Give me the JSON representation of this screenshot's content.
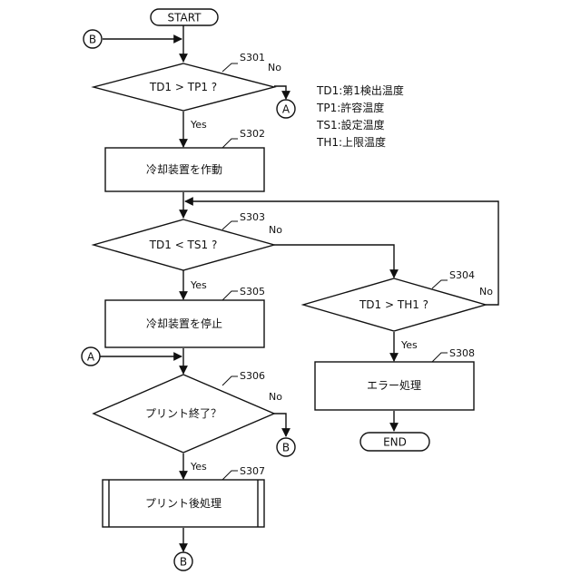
{
  "diagram": {
    "terminals": {
      "start": "START",
      "end": "END"
    },
    "connectors": {
      "a": "A",
      "b": "B"
    },
    "steps": {
      "s301": {
        "id": "S301",
        "text": "TD1 > TP1 ?"
      },
      "s302": {
        "id": "S302",
        "text": "冷却装置を作動"
      },
      "s303": {
        "id": "S303",
        "text": "TD1 < TS1 ?"
      },
      "s304": {
        "id": "S304",
        "text": "TD1 > TH1 ?"
      },
      "s305": {
        "id": "S305",
        "text": "冷却装置を停止"
      },
      "s306": {
        "id": "S306",
        "text": "プリント終了？"
      },
      "s307": {
        "id": "S307",
        "text": "プリント後処理"
      },
      "s308": {
        "id": "S308",
        "text": "エラー処理"
      }
    },
    "branch_labels": {
      "yes": "Yes",
      "no": "No"
    },
    "legend": [
      "TD1:第1検出温度",
      "TP1:許容温度",
      "TS1:設定温度",
      "TH1:上限温度"
    ]
  }
}
